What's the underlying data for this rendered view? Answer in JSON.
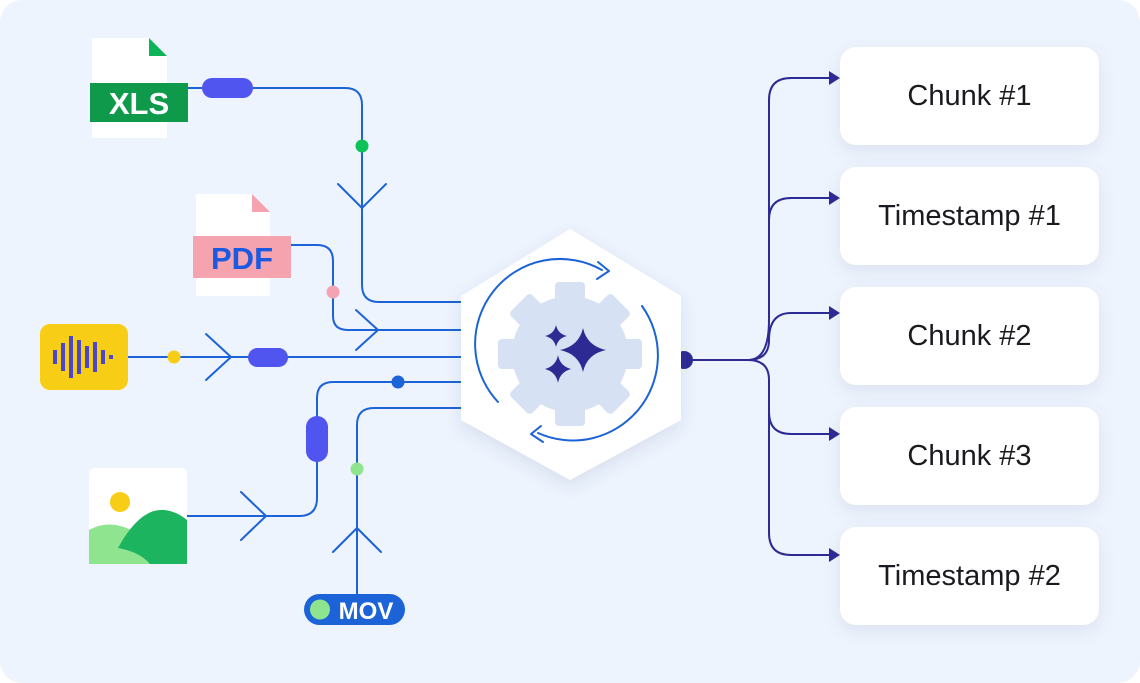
{
  "inputs": {
    "xls_label": "XLS",
    "pdf_label": "PDF",
    "mov_label": "MOV",
    "audio_icon": "audio-waveform-icon",
    "image_icon": "image-landscape-icon"
  },
  "processor": {
    "icon": "sparkles-gear-icon"
  },
  "outputs": [
    {
      "label": "Chunk #1"
    },
    {
      "label": "Timestamp #1"
    },
    {
      "label": "Chunk #2"
    },
    {
      "label": "Chunk #3"
    },
    {
      "label": "Timestamp #2"
    }
  ],
  "colors": {
    "background": "#eef4fd",
    "wire": "#1d63d8",
    "output_wire": "#2e2a94",
    "accent_pill": "#5055f0",
    "xls_green": "#0f9a4b",
    "pdf_pink": "#f6a3b0",
    "pdf_text": "#1a5ae0",
    "audio_yellow": "#f8cd16",
    "audio_bars": "#4b47c9",
    "mov_blue": "#1d63d8",
    "mov_dot": "#8fe58f",
    "image_green": "#1cb45e",
    "image_light_green": "#8fe58f",
    "sun_yellow": "#f8cd16",
    "gear": "#d6e1f3",
    "sparkle": "#2e2a94"
  }
}
